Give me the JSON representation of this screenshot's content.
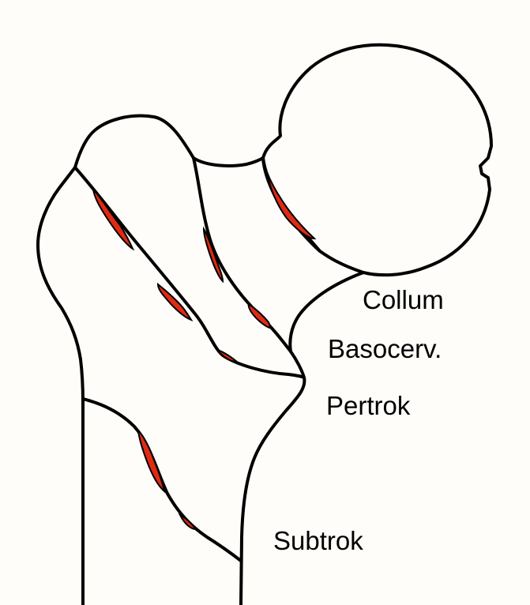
{
  "labels": {
    "collum": "Collum",
    "basocerv": "Basocerv.",
    "pertrok": "Pertrok",
    "subtrok": "Subtrok"
  },
  "colors": {
    "outline": "#000000",
    "fracture_fill": "#e02a14",
    "background": "#fefdf9"
  }
}
